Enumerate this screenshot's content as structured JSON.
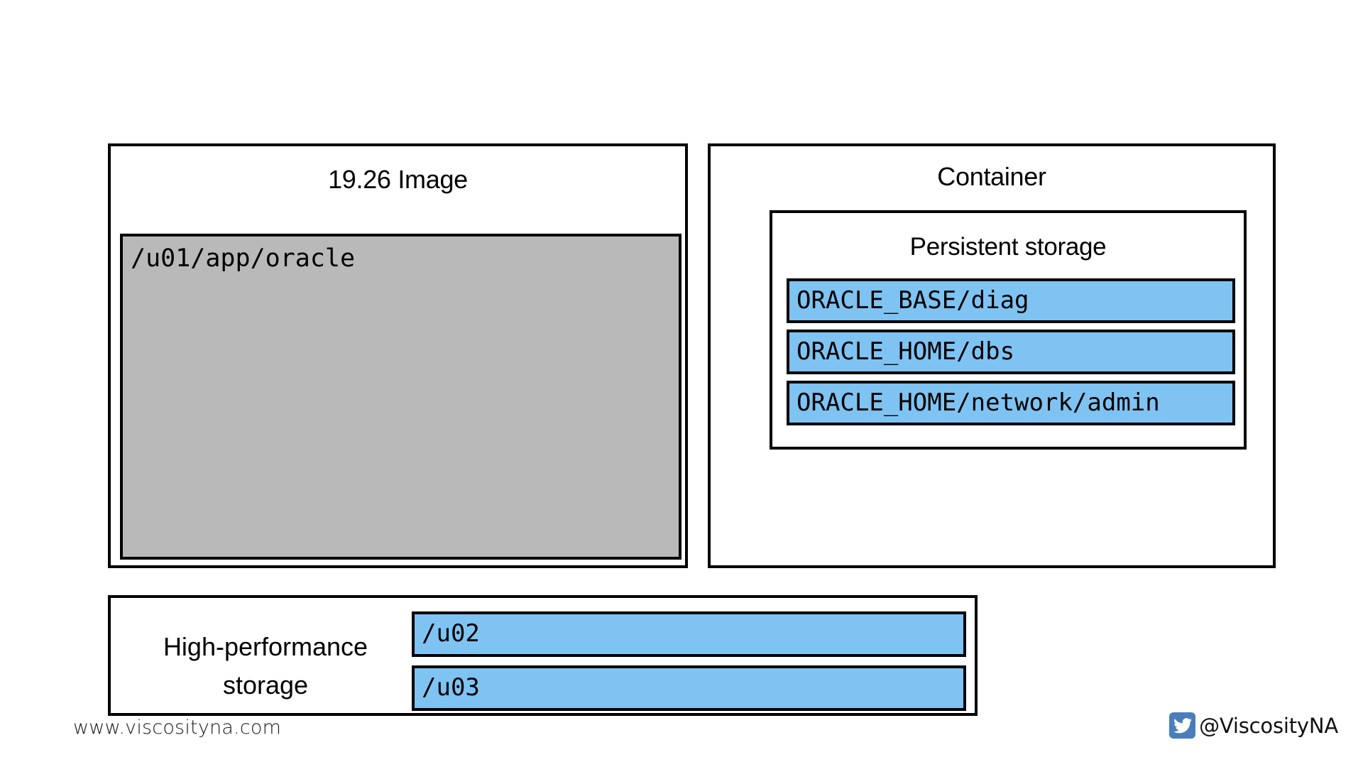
{
  "image_panel": {
    "title": "19.26 Image",
    "filesystem_path": "/u01/app/oracle"
  },
  "container_panel": {
    "title": "Container",
    "persistent_storage": {
      "title": "Persistent storage",
      "mounts": [
        {
          "label": "ORACLE_BASE/diag"
        },
        {
          "label": "ORACLE_HOME/dbs"
        },
        {
          "label": "ORACLE_HOME/network/admin"
        }
      ]
    }
  },
  "high_performance_storage": {
    "label_line1": "High-performance",
    "label_line2": "storage",
    "mounts": [
      {
        "label": "/u02"
      },
      {
        "label": "/u03"
      }
    ]
  },
  "footer": {
    "website": "www.viscosityna.com",
    "twitter_handle": "@ViscosityNA"
  },
  "colors": {
    "mount_blue": "#7fc3f2",
    "image_gray": "#b9b9b9",
    "outline_black": "#000000",
    "twitter_blue": "#4a7ebb"
  }
}
